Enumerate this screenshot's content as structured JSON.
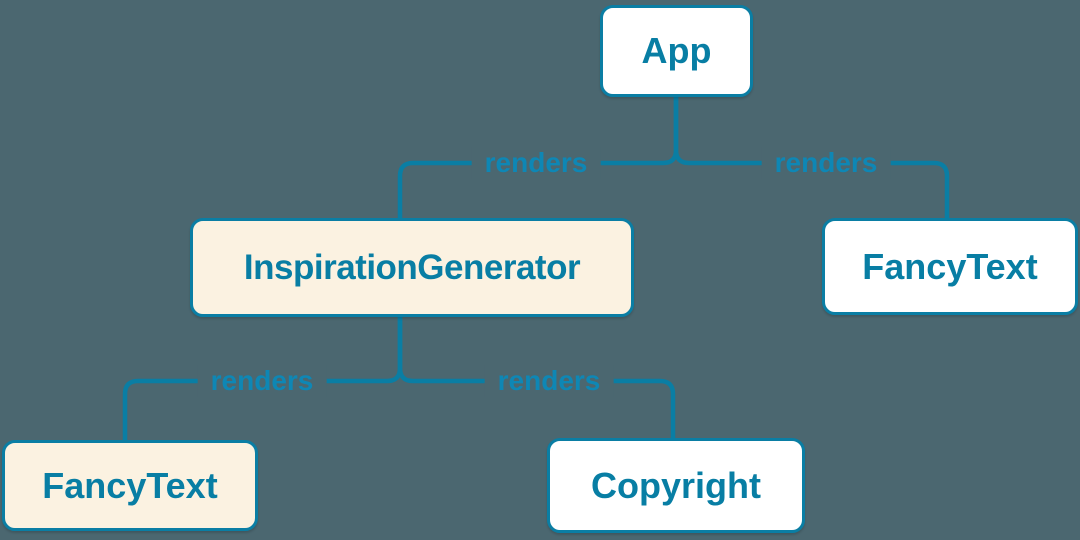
{
  "diagram": {
    "type": "component-render-tree",
    "nodes": [
      {
        "id": "app",
        "label": "App",
        "fill": "white"
      },
      {
        "id": "inspiration-generator",
        "label": "InspirationGenerator",
        "fill": "cream"
      },
      {
        "id": "fancy-text-top",
        "label": "FancyText",
        "fill": "white"
      },
      {
        "id": "fancy-text-bottom",
        "label": "FancyText",
        "fill": "cream"
      },
      {
        "id": "copyright",
        "label": "Copyright",
        "fill": "white"
      }
    ],
    "edges": [
      {
        "from": "App",
        "to": "InspirationGenerator",
        "label": "renders"
      },
      {
        "from": "App",
        "to": "FancyText (top right)",
        "label": "renders"
      },
      {
        "from": "InspirationGenerator",
        "to": "FancyText (bottom left)",
        "label": "renders"
      },
      {
        "from": "InspirationGenerator",
        "to": "Copyright",
        "label": "renders"
      }
    ],
    "colors": {
      "background": "#4b6770",
      "connector_line": "#0a7ea4",
      "node_border": "#0a7ea4",
      "node_text": "#087ea4",
      "edge_label_text": "#0e87b5",
      "node_fill_white": "#ffffff",
      "node_fill_cream": "#fbf2e1"
    }
  }
}
